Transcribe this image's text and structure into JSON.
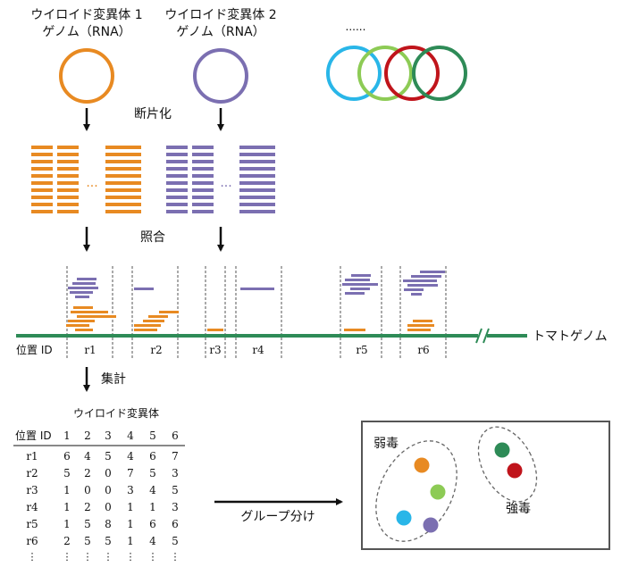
{
  "viroid1": {
    "title": "ウイロイド変異体 1",
    "subtitle": "ゲノム（RNA）",
    "color": "#E88A22"
  },
  "viroid2": {
    "title": "ウイロイド変異体 2",
    "subtitle": "ゲノム（RNA）",
    "color": "#7B6FB1"
  },
  "more_label": "......",
  "other_viroid_colors": [
    "#29B6E8",
    "#8DCB55",
    "#C0141B",
    "#2E8B57"
  ],
  "steps": {
    "fragment": "断片化",
    "align": "照合",
    "aggregate": "集計",
    "group": "グループ分け"
  },
  "ellipsis": "...",
  "tomato_genome": {
    "label": "トマトゲノム",
    "color": "#2E8B57"
  },
  "position_id_label": "位置 ID",
  "regions": [
    "r1",
    "r2",
    "r3",
    "r4",
    "r5",
    "r6"
  ],
  "table": {
    "caption": "ウイロイド変異体",
    "row_header": "位置 ID",
    "columns": [
      "1",
      "2",
      "3",
      "4",
      "5",
      "6"
    ],
    "rows": [
      {
        "id": "r1",
        "values": [
          "6",
          "4",
          "5",
          "4",
          "6",
          "7"
        ]
      },
      {
        "id": "r2",
        "values": [
          "5",
          "2",
          "0",
          "7",
          "5",
          "3"
        ]
      },
      {
        "id": "r3",
        "values": [
          "1",
          "0",
          "0",
          "3",
          "4",
          "5"
        ]
      },
      {
        "id": "r4",
        "values": [
          "1",
          "2",
          "0",
          "1",
          "1",
          "3"
        ]
      },
      {
        "id": "r5",
        "values": [
          "1",
          "5",
          "8",
          "1",
          "6",
          "6"
        ]
      },
      {
        "id": "r6",
        "values": [
          "2",
          "5",
          "5",
          "1",
          "4",
          "5"
        ]
      }
    ],
    "continuation": "⋮"
  },
  "groups": {
    "weak": {
      "label": "弱毒",
      "dot_colors": [
        "#E88A22",
        "#8DCB55",
        "#29B6E8",
        "#7B6FB1"
      ]
    },
    "strong": {
      "label": "強毒",
      "dot_colors": [
        "#2E8B57",
        "#C0141B"
      ]
    }
  }
}
